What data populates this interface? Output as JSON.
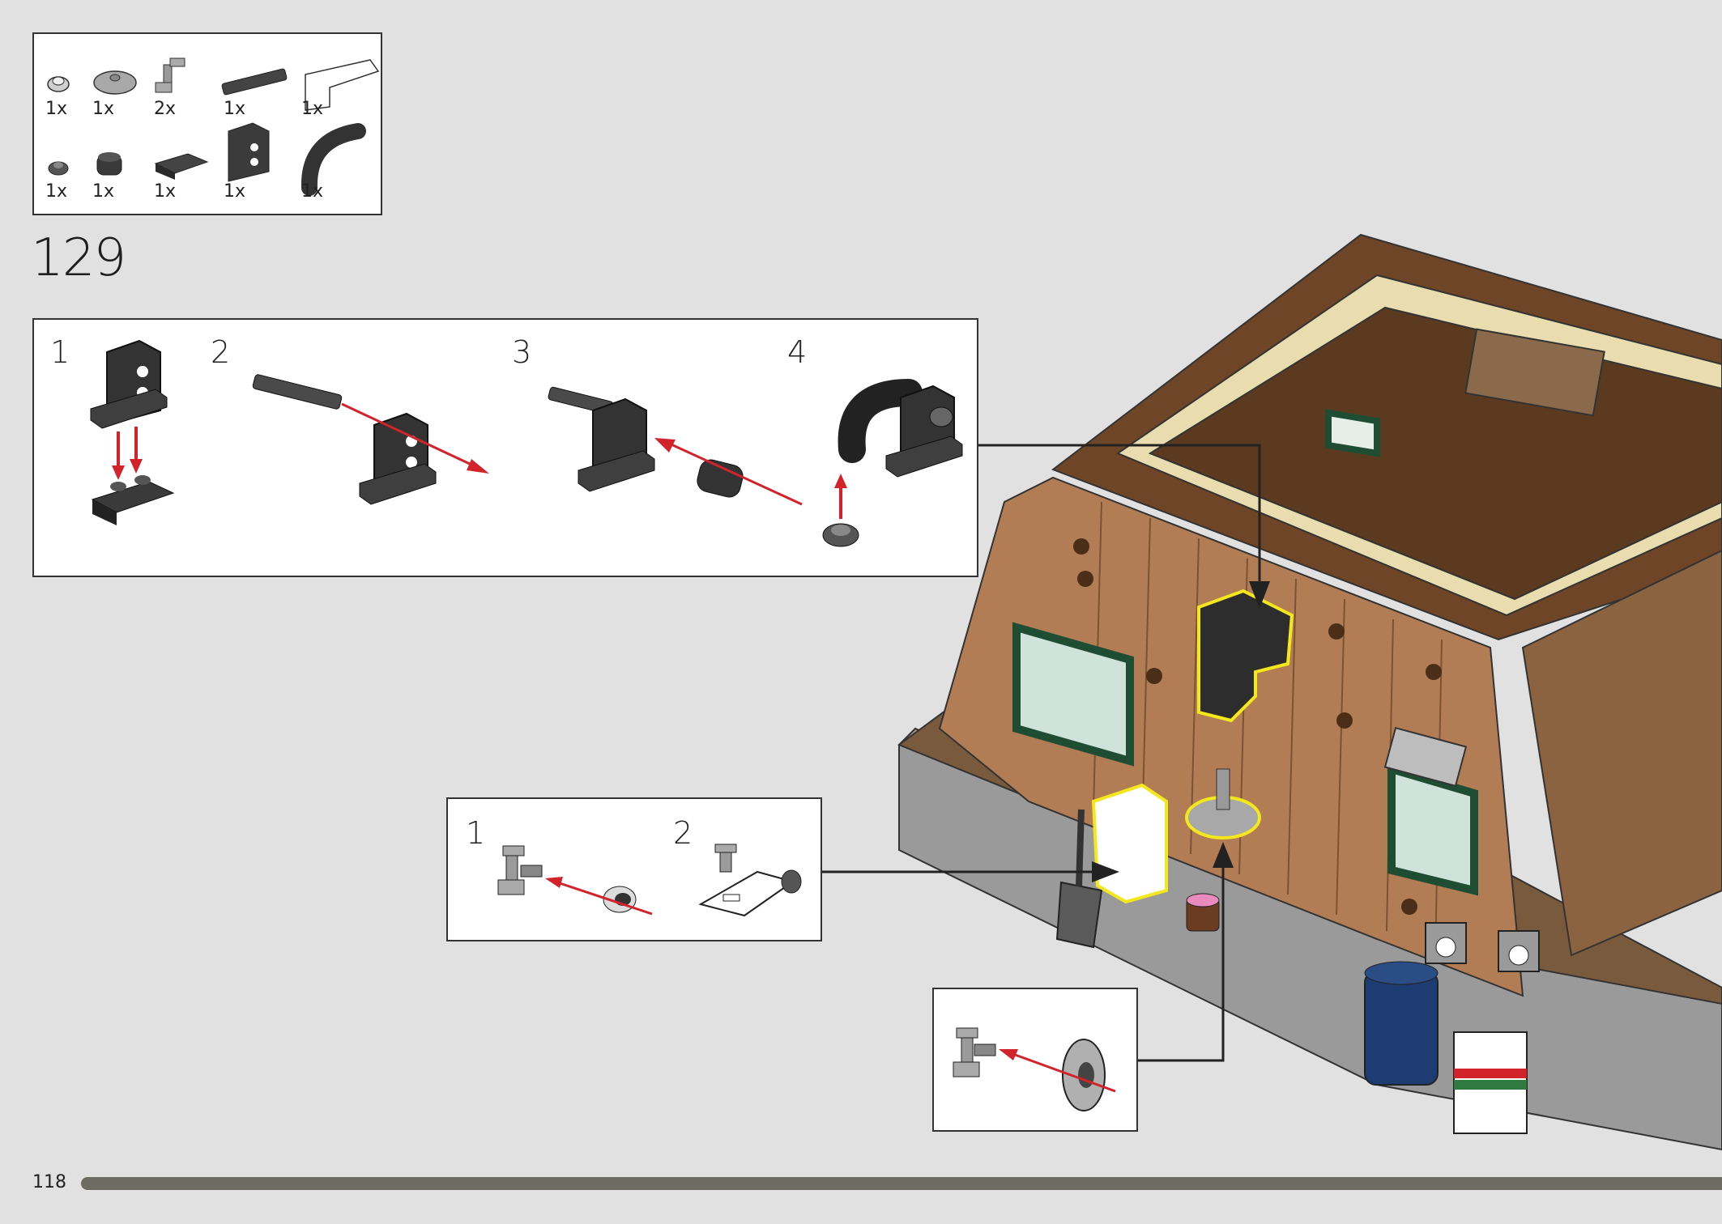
{
  "page": {
    "number": "118",
    "step": "129",
    "progress_fraction": 1.0
  },
  "parts_list": {
    "row1": [
      {
        "qty": "1x"
      },
      {
        "qty": "1x"
      },
      {
        "qty": "2x"
      },
      {
        "qty": "1x"
      },
      {
        "qty": "1x"
      }
    ],
    "row2": [
      {
        "qty": "1x"
      },
      {
        "qty": "1x"
      },
      {
        "qty": "1x"
      },
      {
        "qty": "1x"
      },
      {
        "qty": "1x"
      }
    ]
  },
  "substep_box_a": {
    "labels": [
      "1",
      "2",
      "3",
      "4"
    ]
  },
  "substep_box_b": {
    "labels": [
      "1",
      "2"
    ]
  },
  "colors": {
    "background": "#e1e1e1",
    "arrow": "#d2232a",
    "highlight": "#f4e81c",
    "progress": "#6d6c62"
  }
}
